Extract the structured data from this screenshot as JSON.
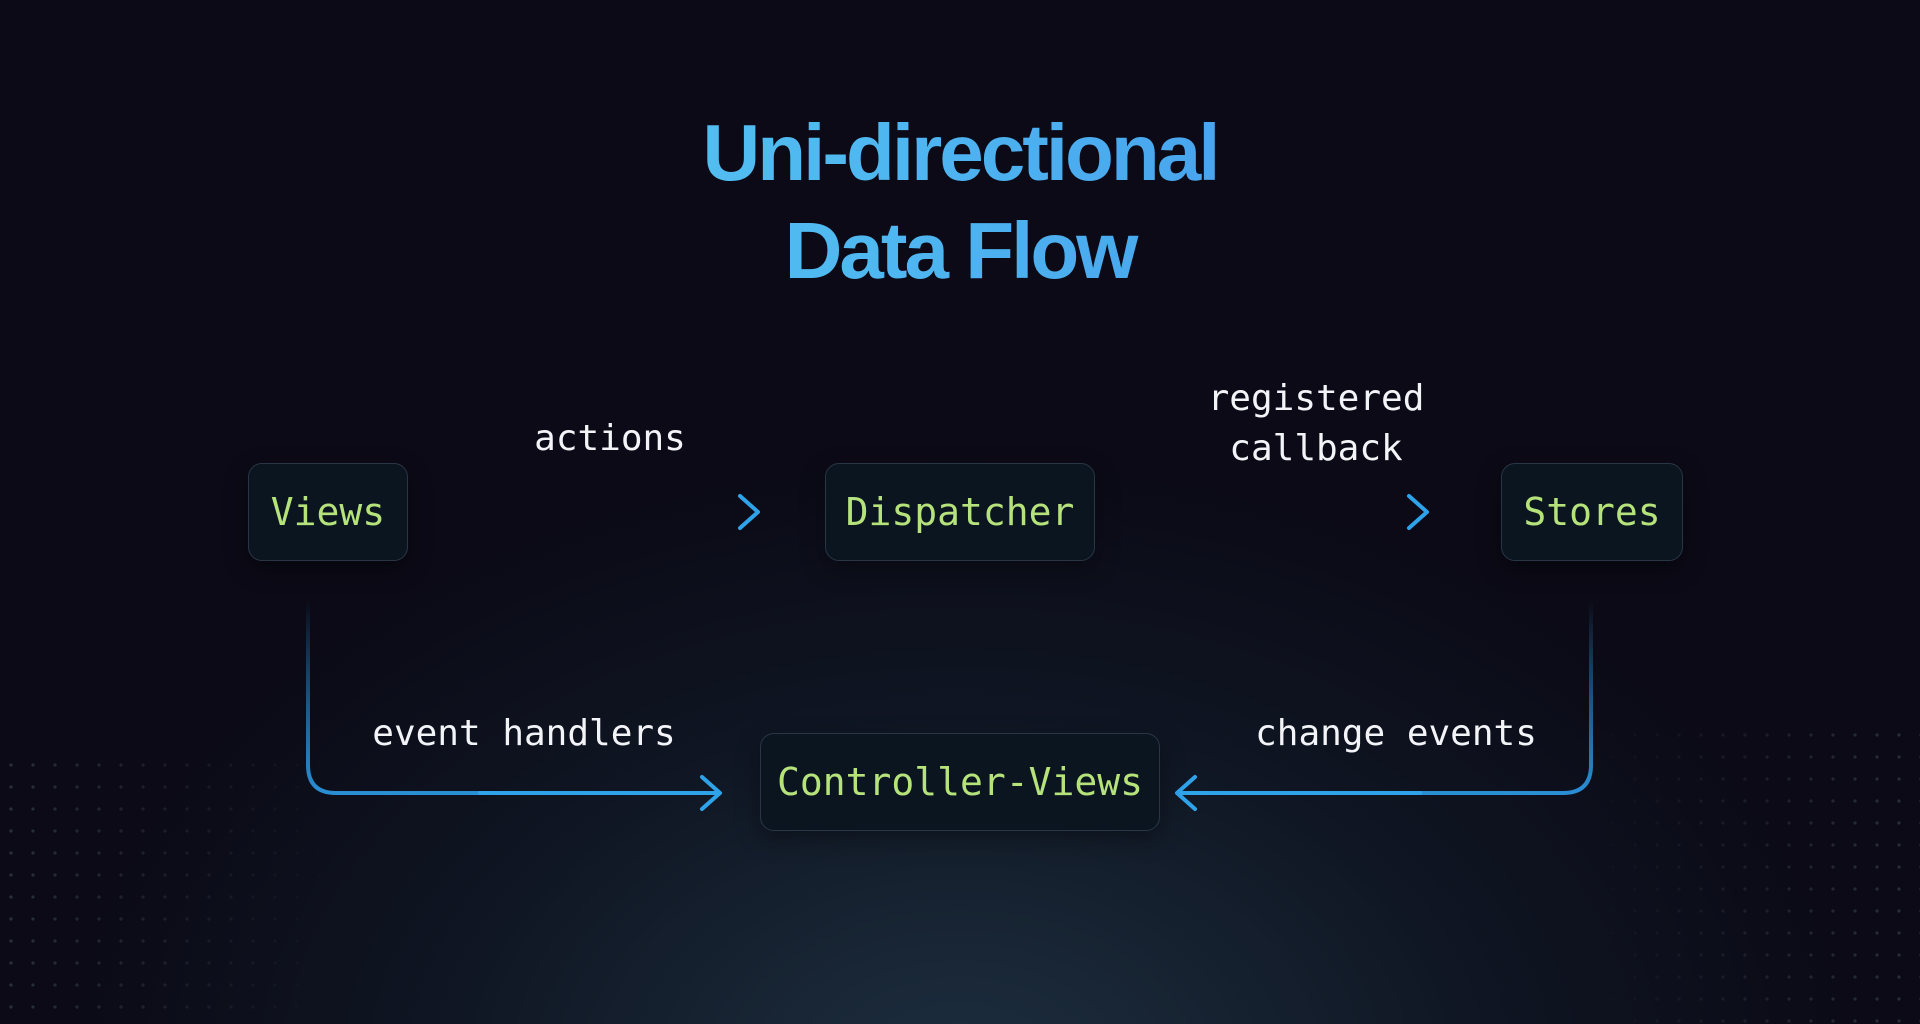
{
  "title": {
    "line1": "Uni-directional",
    "line2": "Data Flow"
  },
  "nodes": {
    "views": "Views",
    "dispatcher": "Dispatcher",
    "stores": "Stores",
    "controller_views": "Controller-Views"
  },
  "edges": {
    "actions": "actions",
    "registered_callback_line1": "registered",
    "registered_callback_line2": "callback",
    "event_handlers": "event handlers",
    "change_events": "change events"
  },
  "colors": {
    "node_text": "#b5e27a",
    "arrow": "#2fa3ea",
    "title_gradient_start": "#5fd3f6",
    "title_gradient_end": "#3c7fea"
  }
}
